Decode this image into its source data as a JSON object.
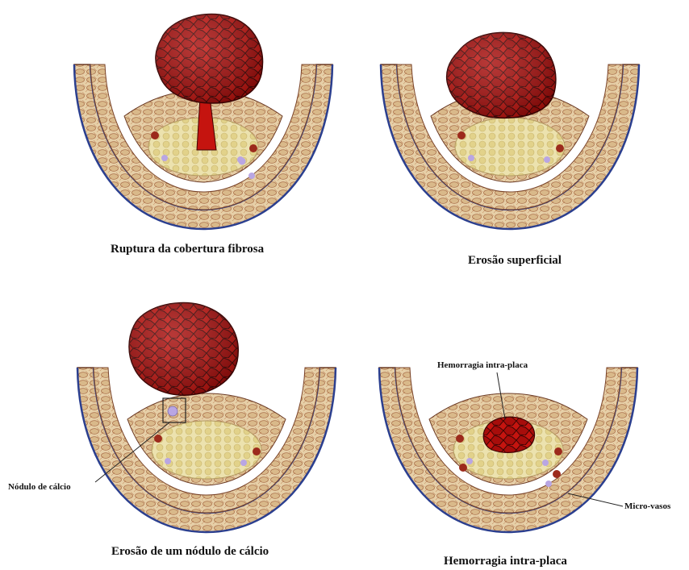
{
  "panels": [
    {
      "caption": "Ruptura da cobertura fibrosa"
    },
    {
      "caption": "Erosão superficial"
    },
    {
      "caption": "Erosão de um nódulo de cálcio"
    },
    {
      "caption": "Hemorragia intra-placa"
    }
  ],
  "annotations": {
    "calcium_nodule": "Nódulo de cálcio",
    "intraplaque_hemorrhage": "Hemorragia intra-placa",
    "microvessels": "Micro-vasos"
  },
  "colors": {
    "vessel_wall": "#e2c9a1",
    "wall_stroke": "#6b3a24",
    "membrane": "#2b3f8f",
    "lipid_core": "#e8dc9e",
    "thrombus": "#b3100e",
    "calcium": "#b9a6e3",
    "hemorrhage": "#a8190f"
  }
}
